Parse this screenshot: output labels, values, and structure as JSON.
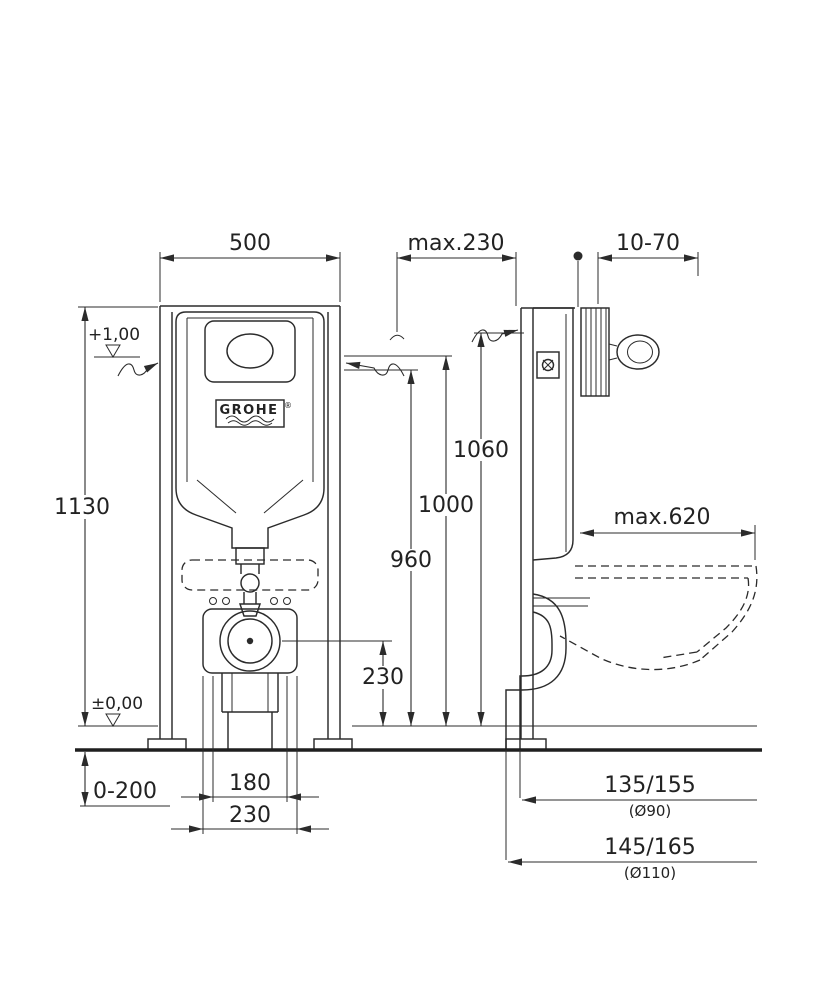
{
  "drawing": {
    "type": "technical-installation-diagram",
    "colors": {
      "line": "#2b2b2b",
      "text": "#222222",
      "background": "#ffffff"
    }
  },
  "labels": {
    "front_width": "500",
    "front_height": "1130",
    "level_top": "+1,00",
    "level_floor": "±0,00",
    "floor_adjust": "0-200",
    "drain_width_inner": "180",
    "drain_width_outer": "230",
    "drain_height": "230",
    "wall_distance": "max.230",
    "plate_range": "10-70",
    "height_1060": "1060",
    "height_1000": "1000",
    "height_960": "960",
    "bowl_depth": "max.620",
    "outlet_90": "135/155",
    "outlet_90_dia": "(Ø90)",
    "outlet_110": "145/165",
    "outlet_110_dia": "(Ø110)",
    "brand": "GROHE",
    "brand_reg": "®"
  }
}
